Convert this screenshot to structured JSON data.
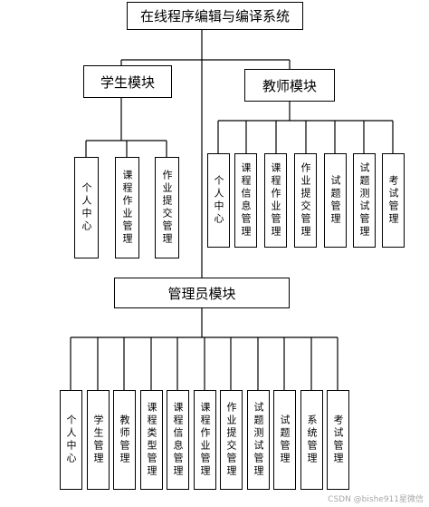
{
  "title": "在线程序编辑与编译系统",
  "modules": [
    {
      "label": "学生模块",
      "children": [
        "个人中心",
        "课程作业管理",
        "作业提交管理"
      ]
    },
    {
      "label": "教师模块",
      "children": [
        "个人中心",
        "课程信息管理",
        "课程作业管理",
        "作业提交管理",
        "试题管理",
        "试题测试管理",
        "考试管理"
      ]
    },
    {
      "label": "管理员模块",
      "children": [
        "个人中心",
        "学生管理",
        "教师管理",
        "课程类型管理",
        "课程信息管理",
        "课程作业管理",
        "作业提交管理",
        "试题测试管理",
        "试题管理",
        "系统管理",
        "考试管理"
      ]
    }
  ],
  "watermark": "CSDN @bishe911星微信"
}
